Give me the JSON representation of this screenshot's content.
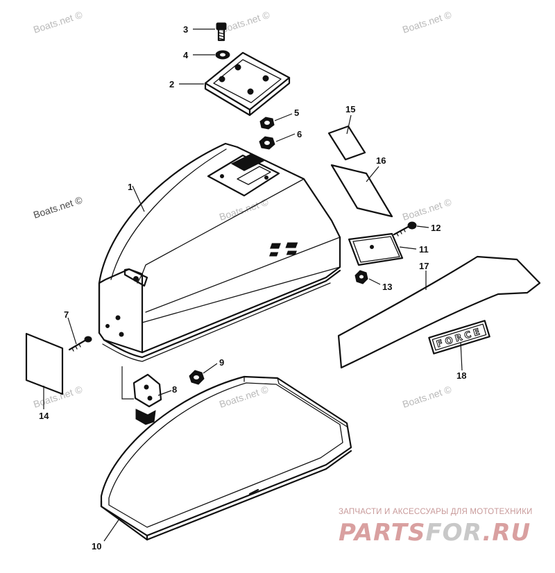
{
  "watermark": {
    "text": "Boats.net ©"
  },
  "callouts": {
    "p1": "1",
    "p2": "2",
    "p3": "3",
    "p4": "4",
    "p5": "5",
    "p6": "6",
    "p7": "7",
    "p8": "8",
    "p9": "9",
    "p10": "10",
    "p11": "11",
    "p12": "12",
    "p13": "13",
    "p14": "14",
    "p15": "15",
    "p16": "16",
    "p17": "17",
    "p18": "18"
  },
  "decal": {
    "text": "FORCE"
  },
  "footer": {
    "tagline": "ЗАПЧАСТИ И АКСЕССУАРЫ ДЛЯ МОТОТЕХНИКИ",
    "brand_part": "PARTS",
    "brand_for": "FOR",
    "brand_tld": ".RU"
  },
  "colors": {
    "ink": "#111111",
    "watermark": "#b9b9b9",
    "brand_red": "#d9a0a0",
    "brand_gray": "#c8c8c8"
  }
}
